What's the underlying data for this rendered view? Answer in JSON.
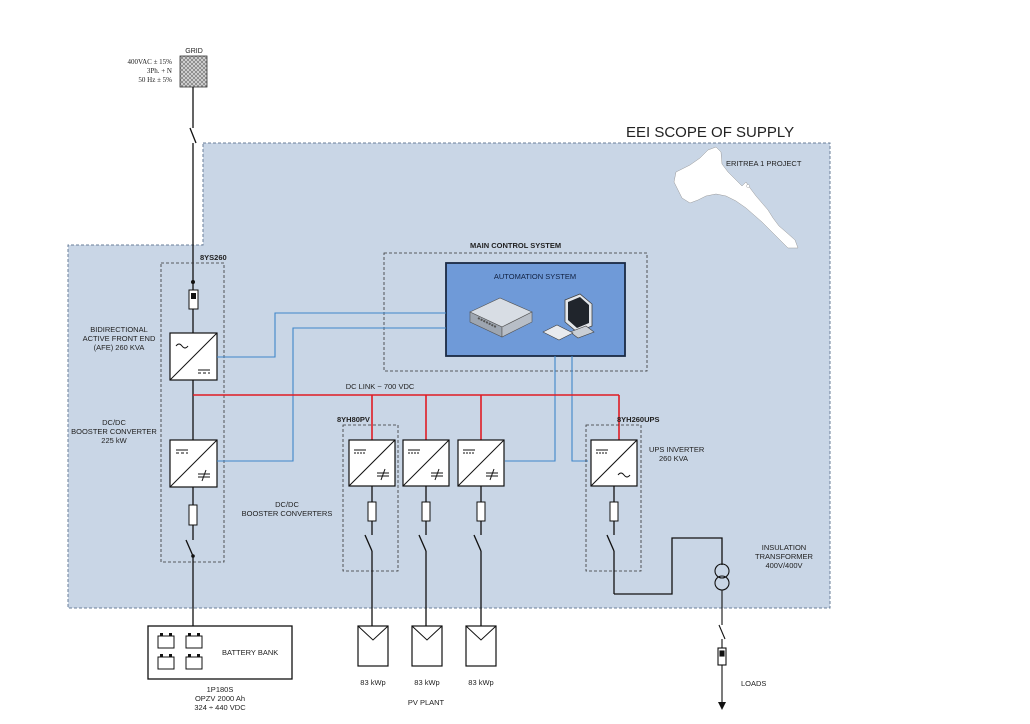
{
  "title": "EEI SCOPE OF SUPPLY",
  "project": "ERITREA 1 PROJECT",
  "grid": {
    "label": "GRID",
    "spec": [
      "400VAC ± 15%",
      "3Ph. + N",
      "50 Hz ± 5%"
    ]
  },
  "afe_cabinet": {
    "tag": "8YS260",
    "afe_label": [
      "BIDIRECTIONAL",
      "ACTIVE FRONT END",
      "(AFE) 260 KVA"
    ],
    "booster_label": [
      "DC/DC",
      "BOOSTER CONVERTER",
      "225 kW"
    ]
  },
  "main_control": {
    "title": "MAIN CONTROL SYSTEM",
    "automation": "AUTOMATION SYSTEM"
  },
  "dc_link": "DC LINK ~ 700 VDC",
  "pv_converters": {
    "tag": "8YH80PV",
    "label": [
      "DC/DC",
      "BOOSTER CONVERTERS"
    ]
  },
  "ups": {
    "tag": "8YH260UPS",
    "label": [
      "UPS INVERTER",
      "260 KVA"
    ]
  },
  "transformer": {
    "label": [
      "INSULATION",
      "TRANSFORMER",
      "400V/400V"
    ]
  },
  "battery": {
    "label": "BATTERY BANK",
    "spec": [
      "1P180S",
      "OPZV 2000 Ah",
      "324 ÷ 440 VDC"
    ]
  },
  "pv_plant": {
    "label": "PV PLANT",
    "panels": [
      "83 kWp",
      "83 kWp",
      "83 kWp"
    ]
  },
  "loads": "LOADS",
  "colors": {
    "scope_fill": "#c9d6e6",
    "automation_fill": "#6f9ad8",
    "dc_link": "#e01c24",
    "signal": "#3f86c9",
    "line": "#111111"
  }
}
